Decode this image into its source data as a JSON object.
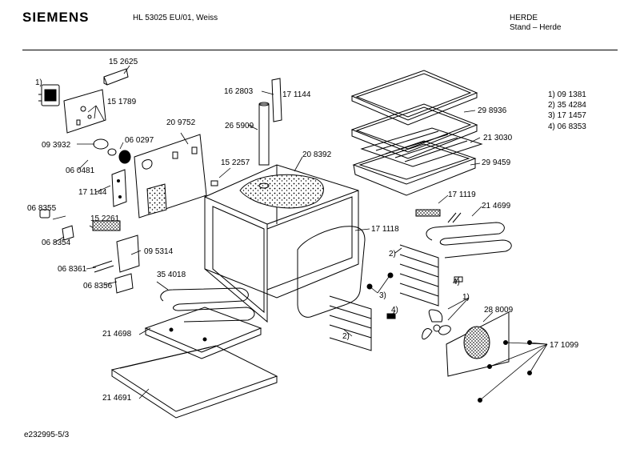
{
  "header": {
    "brand": "SIEMENS",
    "model": "HL 53025 EU/01, Weiss",
    "category_line1": "HERDE",
    "category_line2": "Stand – Herde"
  },
  "legend": [
    "1)  09 1381",
    "2)  35 4284",
    "3)  17 1457",
    "4)  06 8353"
  ],
  "labels": {
    "l1": "1)",
    "l2": "15 2625",
    "l3": "15 1789",
    "l4": "09 3932",
    "l5": "06 0297",
    "l6": "20 9752",
    "l7": "06 0481",
    "l8": "17 1144",
    "l9": "16 2803",
    "l10": "17 1144",
    "l11": "26 5909",
    "l12": "15 2257",
    "l13": "20 8392",
    "l14": "29 8936",
    "l15": "21 3030",
    "l16": "29 9459",
    "l17": "17 1119",
    "l18": "21 4699",
    "l19": "06 8355",
    "l20": "15 2261",
    "l21": "06 8354",
    "l22": "09 5314",
    "l23": "06 8361",
    "l24": "06 8356",
    "l25": "35 4018",
    "l26": "17 1118",
    "l27": "2)",
    "l28": "3)",
    "l29": "4)",
    "l30": "1)",
    "l31": "28 8009",
    "l32": "2)",
    "l33": "17 1099",
    "l34": "21 4698",
    "l35": "21 4691",
    "l36": "4)"
  },
  "footer": "e232995-5/3"
}
